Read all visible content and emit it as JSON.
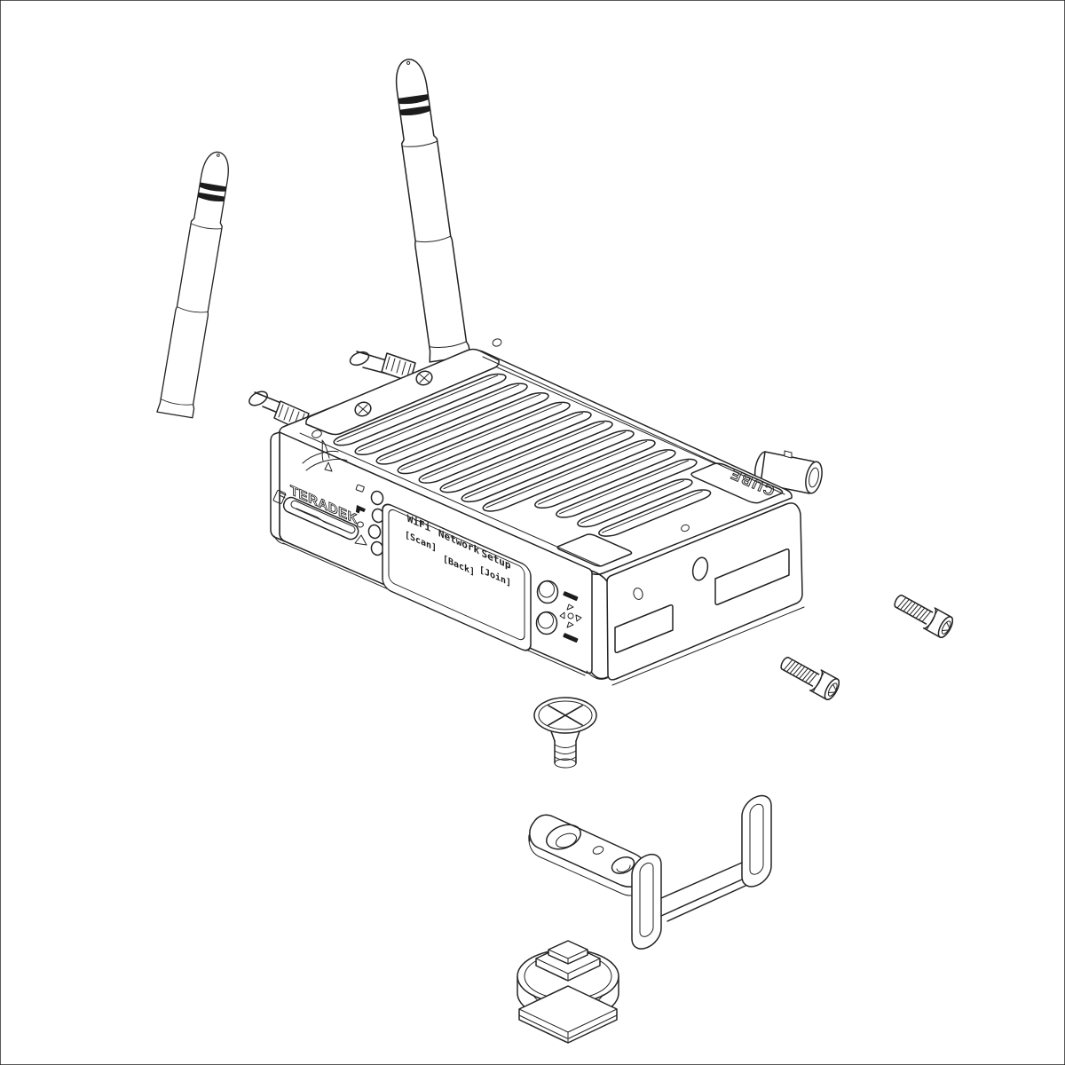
{
  "colors": {
    "line": "#232323",
    "background": "#ffffff",
    "ink": "#1c1c1c"
  },
  "device": {
    "brand": "TERADEK",
    "model_badge": "CUBE",
    "screen": {
      "menu_items": [
        {
          "label": "WiFi",
          "softkey": "[Scan]"
        },
        {
          "label": "Network",
          "softkey": "[Back]"
        },
        {
          "label": "Setup",
          "softkey": "[Join]"
        }
      ]
    },
    "indicator_icons": [
      "media-card-icon",
      "broadcast-key-icon",
      "power-dot-icon",
      "warning-triangle-icon"
    ],
    "control_icons": [
      "menu-dash-icon",
      "d-pad-arrows-icon",
      "select-dash-icon"
    ],
    "port_icons": [
      "sd-card-icon",
      "sd-card-slot",
      "bnc-connector",
      "antenna-connector",
      "phillips-screw-icon"
    ]
  },
  "hardware_icons": [
    "flat-head-phillips-screw",
    "socket-head-cap-screw",
    "socket-head-cap-screw",
    "mounting-bracket",
    "thumbscrew-shoe-mount"
  ]
}
